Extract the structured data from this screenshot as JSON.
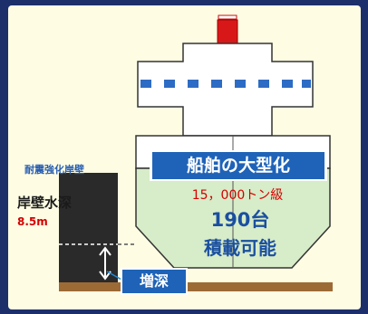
{
  "ship": {
    "title": "船舶の大型化",
    "tonnage": "15，000トン級",
    "cars": "190台",
    "capacity": "積載可能"
  },
  "quay": {
    "reinforcement_label": "耐震強化岸壁",
    "depth_label": "岸壁水深",
    "depth_value": "8.5m"
  },
  "deepening_label": "増深",
  "colors": {
    "frame": "#1d2f6b",
    "background": "#fefde4",
    "hull": "#d7ecc8",
    "banner": "#1f63b8",
    "quay": "#2a2a2a",
    "seabed": "#9c6b35",
    "mast": "#d81818",
    "window": "#2d6cc4",
    "accent_red": "#d40000",
    "text_blue": "#1a4fa0"
  }
}
